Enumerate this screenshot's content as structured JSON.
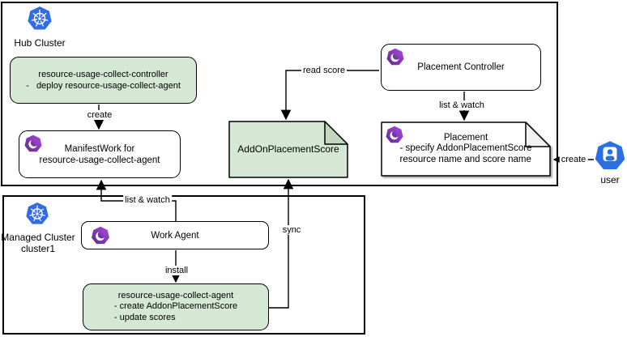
{
  "containers": {
    "hub": {
      "label": "Hub Cluster"
    },
    "managed": {
      "label_line1": "Managed Cluster",
      "label_line2": "cluster1"
    }
  },
  "nodes": {
    "controller": {
      "title": "resource-usage-collect-controller",
      "details": [
        "-   deploy resource-usage-collect-agent"
      ]
    },
    "manifestwork": {
      "lines": [
        "ManifestWork for",
        "resource-usage-collect-agent"
      ]
    },
    "addon_score": {
      "title": "AddOnPlacementScore"
    },
    "placement_controller": {
      "title": "Placement Controller"
    },
    "placement": {
      "title": "Placement",
      "details": [
        "- specify AddonPlacementScore",
        "resource name and score name"
      ]
    },
    "work_agent": {
      "title": "Work Agent"
    },
    "agent": {
      "title": "resource-usage-collect-agent",
      "details": [
        "- create AddonPlacementScore",
        "- update scores"
      ]
    }
  },
  "actor": {
    "label": "user"
  },
  "edges": {
    "create_manifestwork": "create",
    "read_score": "read score",
    "list_watch_placement": "list & watch",
    "create_placement": "create",
    "list_watch_manifestwork": "list & watch",
    "install": "install",
    "sync": "sync"
  },
  "icons": {
    "kubernetes": "kubernetes-icon",
    "ocm": "ocm-icon",
    "user": "user-icon"
  },
  "colors": {
    "green_fill": "#d5e8d4",
    "green_fold": "#c2d6bd",
    "note_fold_gray": "#f2f2f2",
    "k8s_blue": "#326ce5",
    "user_blue": "#2b6fe4",
    "ocm_purple_dark": "#5f2b87",
    "ocm_purple_light": "#a94ae3",
    "line_black": "#000000"
  }
}
